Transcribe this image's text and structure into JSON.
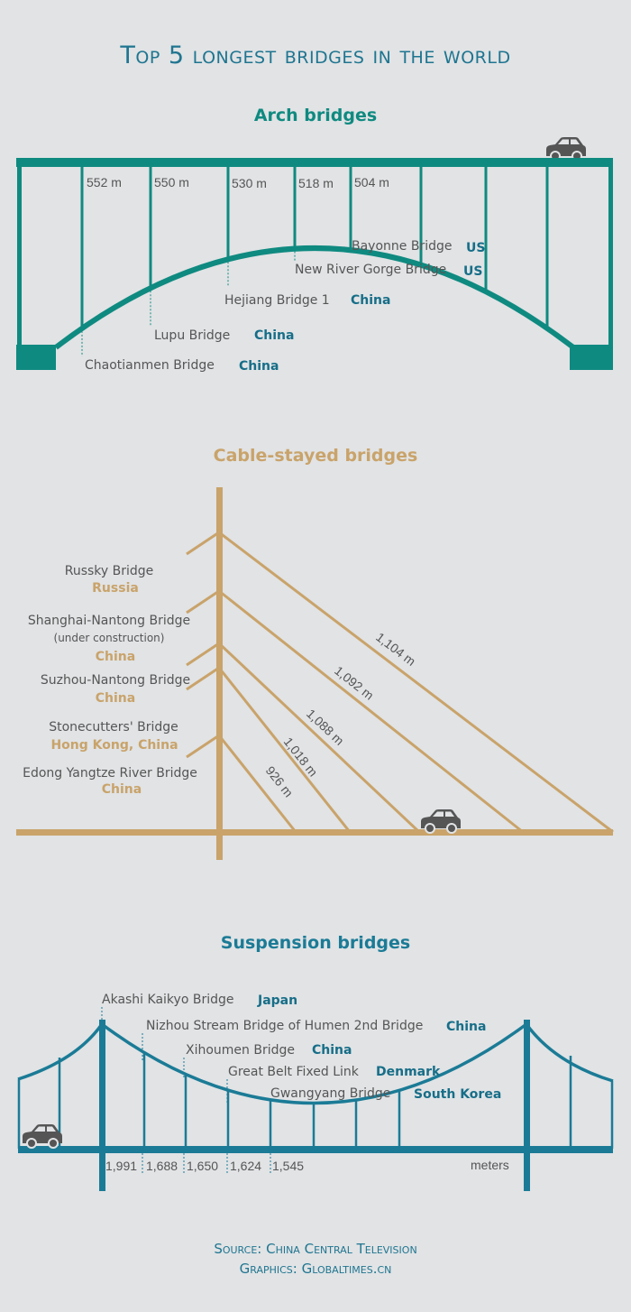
{
  "title": "Top 5 longest bridges in the world",
  "colors": {
    "arch": "#0f8a80",
    "cable": "#c9a36a",
    "suspension": "#1b7b96",
    "background": "#e1e3e5",
    "car": "#555555"
  },
  "arch": {
    "heading": "Arch bridges",
    "bridges": [
      {
        "name": "Chaotianmen Bridge",
        "country": "China",
        "length": "552 m"
      },
      {
        "name": "Lupu Bridge",
        "country": "China",
        "length": "550 m"
      },
      {
        "name": "Hejiang Bridge 1",
        "country": "China",
        "length": "530 m"
      },
      {
        "name": "New River Gorge Bridge",
        "country": "US",
        "length": "518 m"
      },
      {
        "name": "Bayonne Bridge",
        "country": "US",
        "length": "504 m"
      }
    ]
  },
  "cable": {
    "heading": "Cable-stayed bridges",
    "bridges": [
      {
        "name": "Russky Bridge",
        "country": "Russia",
        "length": "1,104 m"
      },
      {
        "name": "Shanghai-Nantong Bridge",
        "note": "(under construction)",
        "country": "China",
        "length": "1,092 m"
      },
      {
        "name": "Suzhou-Nantong Bridge",
        "country": "China",
        "length": "1,088 m"
      },
      {
        "name": "Stonecutters' Bridge",
        "country": "Hong Kong, China",
        "length": "1,018 m"
      },
      {
        "name": "Edong Yangtze River Bridge",
        "country": "China",
        "length": "926 m"
      }
    ]
  },
  "suspension": {
    "heading": "Suspension bridges",
    "unit": "meters",
    "bridges": [
      {
        "name": "Akashi Kaikyo Bridge",
        "country": "Japan",
        "length": "1,991"
      },
      {
        "name": "Nizhou Stream Bridge of Humen 2nd Bridge",
        "country": "China",
        "length": "1,688"
      },
      {
        "name": "Xihoumen Bridge",
        "country": "China",
        "length": "1,650"
      },
      {
        "name": "Great Belt Fixed Link",
        "country": "Denmark",
        "length": "1,624"
      },
      {
        "name": "Gwangyang Bridge",
        "country": "South Korea",
        "length": "1,545"
      }
    ]
  },
  "footer": {
    "source": "Source: China Central Television",
    "graphics": "Graphics: Globaltimes.cn"
  }
}
